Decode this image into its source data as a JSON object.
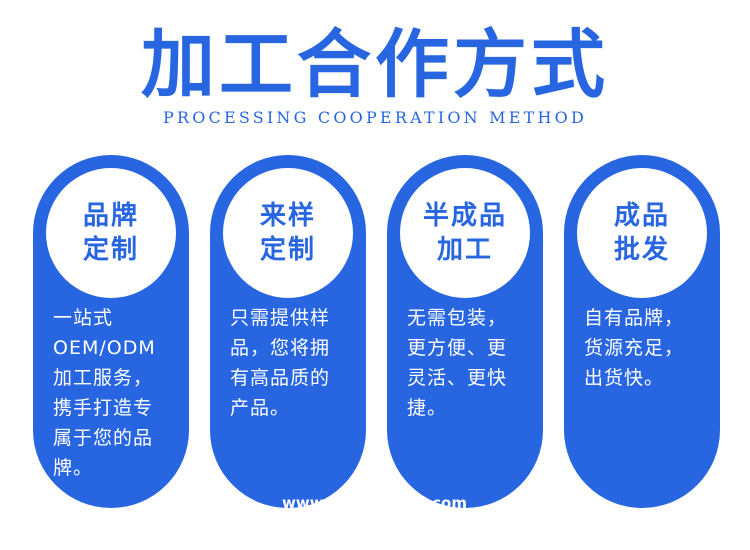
{
  "header": {
    "title": "加工合作方式",
    "subtitle": "PROCESSING COOPERATION METHOD"
  },
  "colors": {
    "accent": "#2766e0",
    "background": "#ffffff",
    "text_on_accent": "#ffffff"
  },
  "cards": [
    {
      "title_lines": [
        "品牌",
        "定制"
      ],
      "description_lines": [
        "一站式",
        "OEM/ODM",
        "加工服务，",
        "携手打造专",
        "属于您的品",
        "牌。"
      ]
    },
    {
      "title_lines": [
        "来样",
        "定制"
      ],
      "description_lines": [
        "只需提供样",
        "品，您将拥",
        "有高品质的",
        "产品。"
      ]
    },
    {
      "title_lines": [
        "半成品",
        "加工"
      ],
      "description_lines": [
        "无需包装，",
        "更方便、更",
        "灵活、更快",
        "捷。"
      ]
    },
    {
      "title_lines": [
        "成品",
        "批发"
      ],
      "description_lines": [
        "自有品牌，",
        "货源充足，",
        "出货快。"
      ]
    }
  ],
  "watermark": {
    "left": "www",
    "right": ".com"
  }
}
